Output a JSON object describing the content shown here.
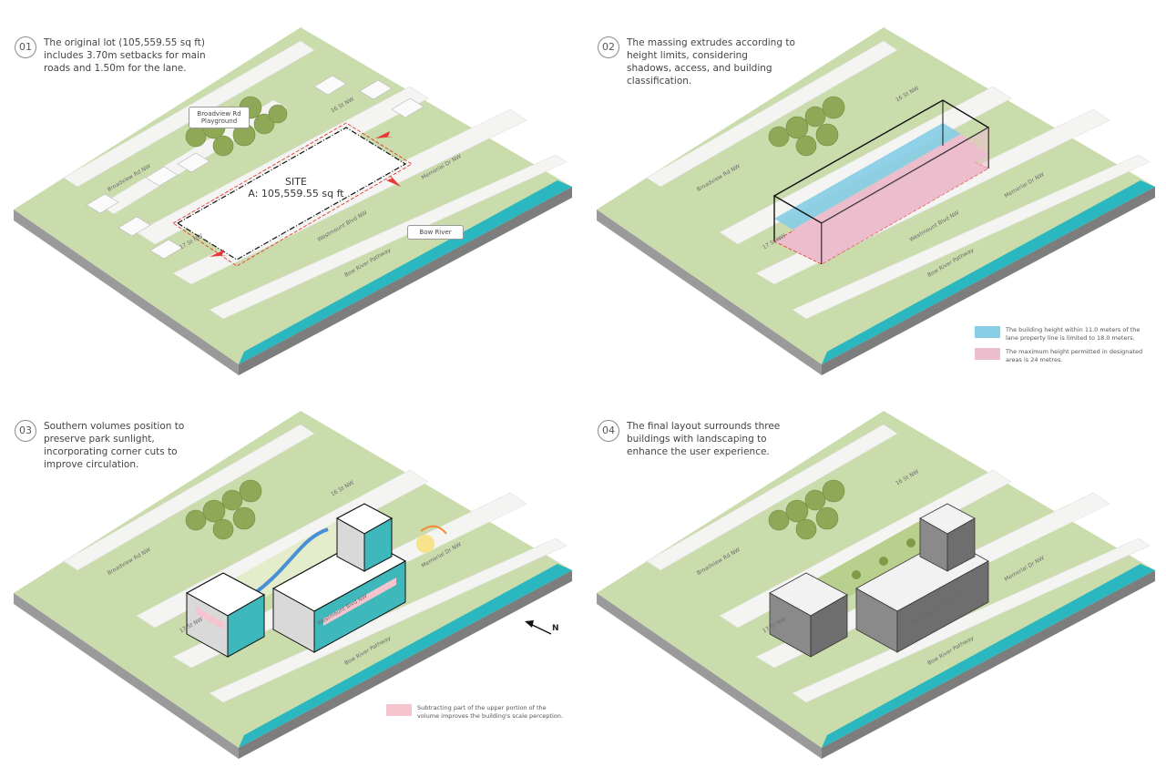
{
  "panels": [
    {
      "number": "01",
      "caption": "The original lot (105,559.55 sq ft) includes 3.70m setbacks for main roads and 1.50m for the lane.",
      "site_title": "SITE",
      "site_area": "A: 105,559.55 sq ft",
      "callouts": [
        "Broadview Rd Playground",
        "Bow River"
      ]
    },
    {
      "number": "02",
      "caption": "The massing extrudes according to height limits, considering shadows, access, and building classification.",
      "legend": [
        {
          "color": "#86cde6",
          "text": "The building height within 11.0 meters of the lane property line is limited to 18.0 meters."
        },
        {
          "color": "#ecbdcc",
          "text": "The maximum height permitted in designated areas is 24 metres."
        }
      ]
    },
    {
      "number": "03",
      "caption": "Southern volumes position to preserve park sunlight, incorporating corner cuts to improve circulation.",
      "legend": [
        {
          "color": "#f5c4ce",
          "text": "Subtracting part of the upper portion of the volume improves the building's scale perception."
        }
      ],
      "north": "N"
    },
    {
      "number": "04",
      "caption": "The final layout surrounds three buildings with landscaping to enhance the user experience."
    }
  ],
  "streets": {
    "s16": "16 St NW",
    "broadview": "Broadview Rd NW",
    "s17": "17 St NW",
    "westmount": "Westmount Blvd NW",
    "memorial": "Memorial Dr NW",
    "pathway": "Bow River Pathway"
  },
  "colors": {
    "grass": "#bcd39a",
    "road": "#f4f4f2",
    "river": "#2ab7bf",
    "base_side": "#8c8c8c",
    "setback": "#e53935",
    "tall_zone": "#86cde6",
    "max_zone": "#ecbdcc",
    "facade": "#3fb8bc",
    "tree": "#8fa857"
  }
}
